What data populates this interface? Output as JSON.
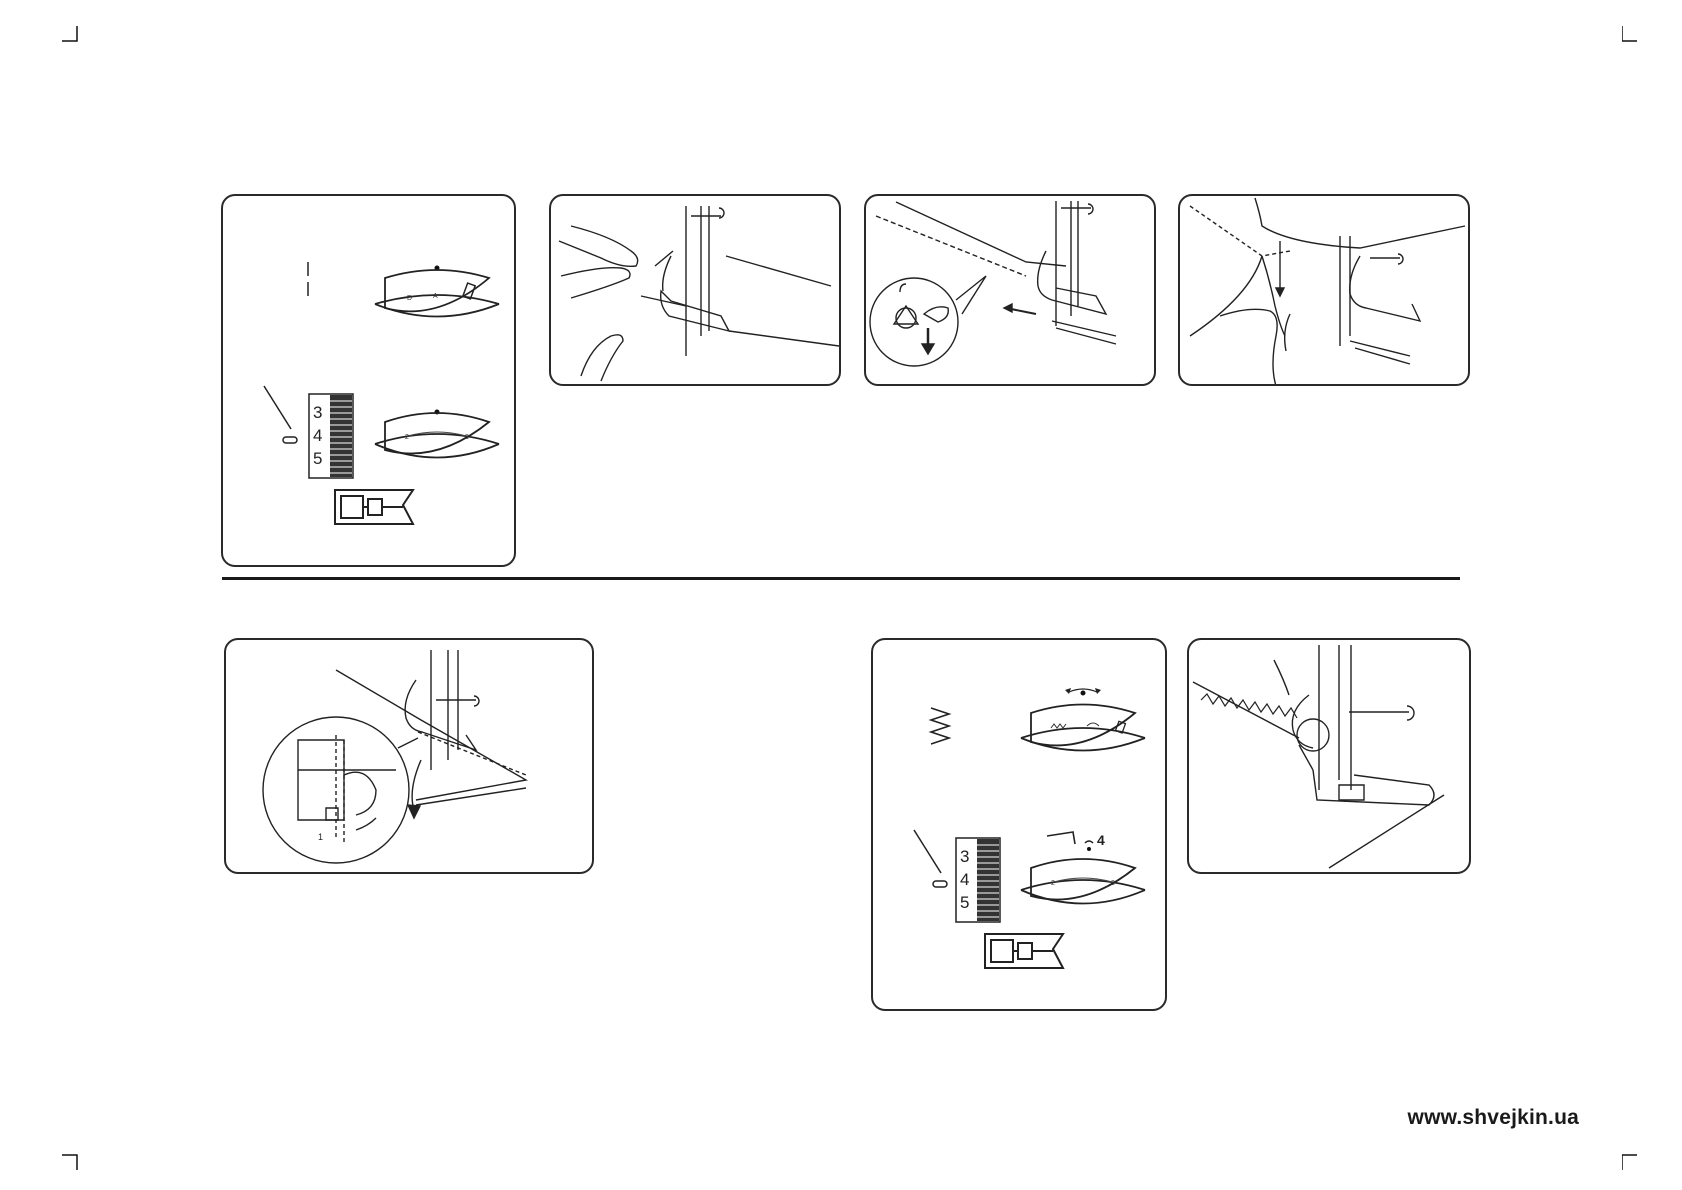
{
  "settings_panel_1": {
    "ruler_numbers": [
      "3",
      "4",
      "5"
    ],
    "icons": [
      "straight-stitch-icon",
      "pattern-dial-icon",
      "stitch-length-dial-icon",
      "presser-foot-icon"
    ]
  },
  "settings_panel_2": {
    "ruler_numbers": [
      "3",
      "4",
      "5"
    ],
    "stitch_length_label": "4",
    "icons": [
      "zigzag-stitch-icon",
      "pattern-dial-icon",
      "stitch-length-dial-icon",
      "presser-foot-icon"
    ]
  },
  "illustrations": [
    "sewing-machine-hands-guiding-fabric",
    "sewing-machine-reverse-lever",
    "sewing-machine-thread-cutter",
    "sewing-machine-seam-guide",
    "sewing-machine-zigzag-stitch"
  ],
  "footer": {
    "url": "www.shvejkin.ua"
  }
}
